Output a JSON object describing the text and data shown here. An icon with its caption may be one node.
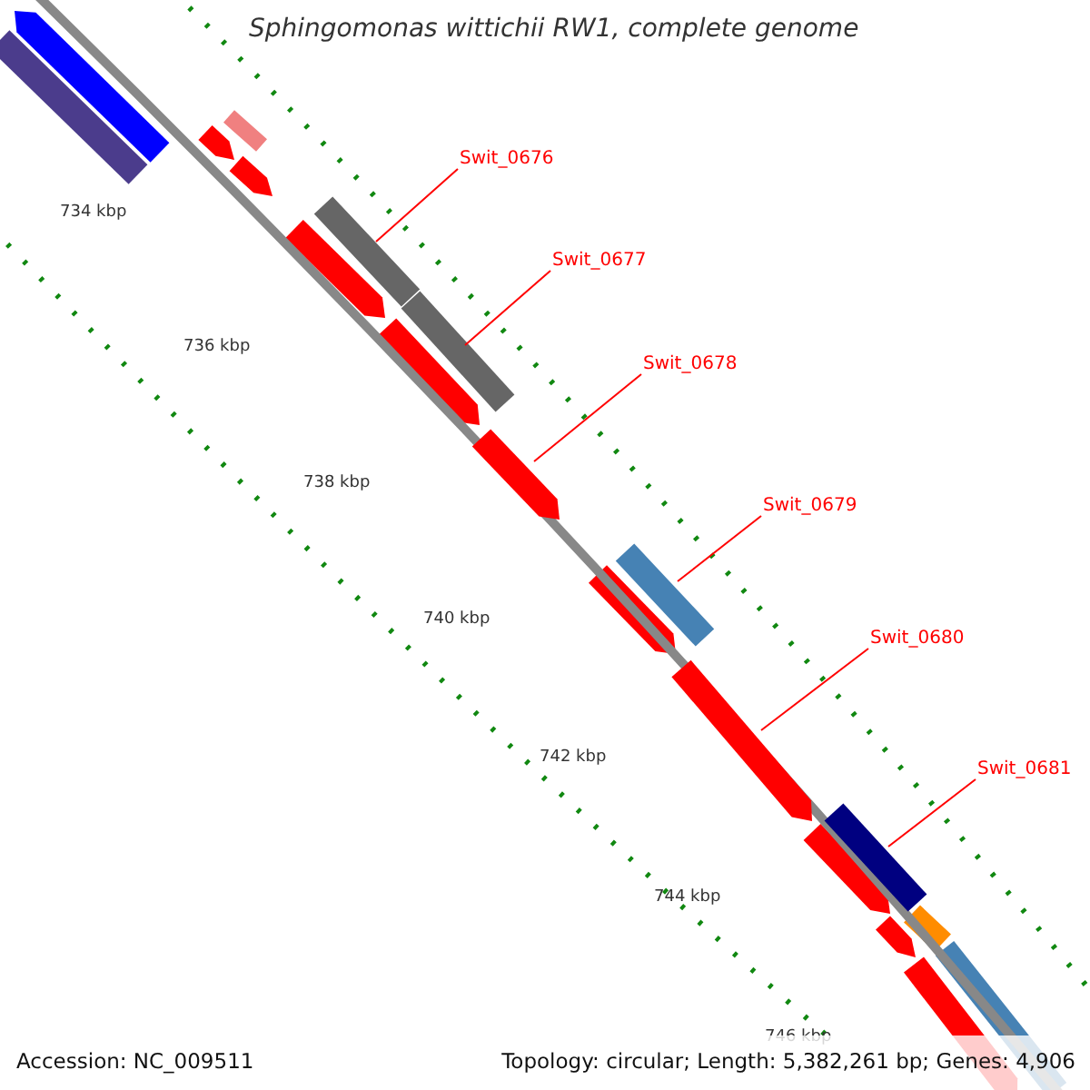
{
  "diagram": {
    "title": "Sphingomonas wittichii RW1, complete genome",
    "nodes": [
      {
        "text": [
          "Swit_0676"
        ]
      },
      {
        "text": [
          "Swit_0677"
        ]
      },
      {
        "text": [
          "Swit_0678"
        ]
      },
      {
        "text": [
          "Swit_0679"
        ]
      },
      {
        "text": [
          "Swit_0680"
        ]
      },
      {
        "text": [
          "Swit_0681"
        ]
      },
      {
        "text": [],
        "shape": "bar"
      },
      {
        "text": [],
        "shape": "bar"
      },
      {
        "text": [],
        "shape": "bar"
      },
      {
        "text": [],
        "shape": "bar"
      },
      {
        "text": [],
        "shape": "bar"
      },
      {
        "text": [],
        "shape": "bar"
      },
      {
        "text": [],
        "shape": "bar"
      },
      {
        "text": [],
        "shape": "bar"
      },
      {
        "text": [],
        "shape": "bar"
      },
      {
        "text": [],
        "shape": "bar"
      },
      {
        "text": [],
        "shape": "bar"
      },
      {
        "text": [],
        "shape": "bar"
      },
      {
        "text": [],
        "shape": "bar"
      },
      {
        "text": [],
        "shape": "bar"
      },
      {
        "text": [],
        "shape": "bar"
      },
      {
        "text": [],
        "shape": "bar"
      },
      {
        "text": [],
        "shape": "bar"
      },
      {
        "text": [],
        "shape": "bar"
      },
      {
        "text": [],
        "shape": "bar"
      }
    ],
    "edges": [
      {
        "from": 0,
        "to": 6,
        "arrow": "none"
      },
      {
        "from": 1,
        "to": 7,
        "arrow": "none"
      },
      {
        "from": 2,
        "to": 8,
        "arrow": "none"
      },
      {
        "from": 3,
        "to": 9,
        "arrow": "none"
      },
      {
        "from": 4,
        "to": 10,
        "arrow": "none"
      },
      {
        "from": 5,
        "to": 11,
        "arrow": "none"
      }
    ],
    "labels": [
      "734 kbp",
      "736 kbp",
      "738 kbp",
      "740 kbp",
      "742 kbp",
      "744 kbp",
      "746 kbp",
      "Accession: NC_009511",
      "Topology: circular; Length: 5,382,261 bp; Genes: 4,906"
    ]
  }
}
